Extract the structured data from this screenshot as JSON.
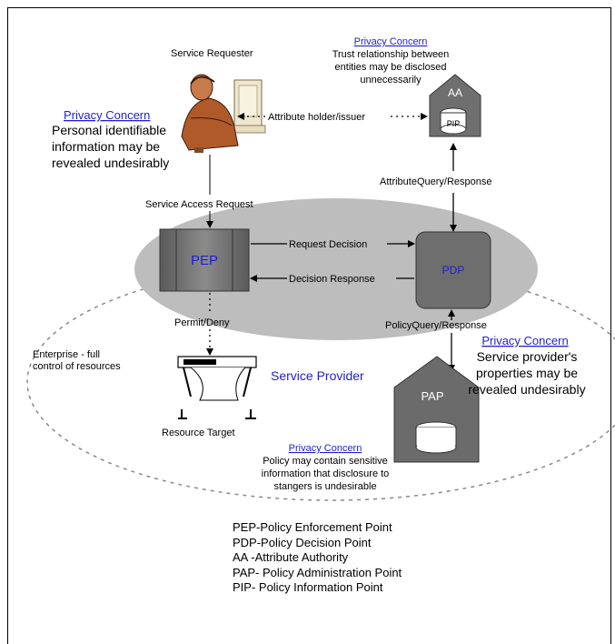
{
  "requester": {
    "label": "Service Requester",
    "privacy_title": "Privacy Concern",
    "privacy_lines": [
      "Personal identifiable",
      "information may be",
      "revealed undesirably"
    ]
  },
  "aa": {
    "label": "AA",
    "pip_label": "PIP",
    "privacy_title": "Privacy Concern",
    "privacy_lines": [
      "Trust relationship between",
      "entities may be disclosed",
      "unnecessarily"
    ]
  },
  "edges": {
    "attribute_holder": "Attribute holder/issuer",
    "attribute_query": "AttributeQuery/Response",
    "service_access": "Service Access Request",
    "request_decision": "Request Decision",
    "decision_response": "Decision Response",
    "permit_deny": "Permit/Deny",
    "policy_query": "PolicyQuery/Response"
  },
  "pep": {
    "label": "PEP"
  },
  "pdp": {
    "label": "PDP"
  },
  "pap": {
    "label": "PAP"
  },
  "provider": {
    "label": "Service Provider",
    "privacy_title": "Privacy Concern",
    "privacy_lines": [
      "Service provider's",
      "properties may be",
      "revealed undesirably"
    ]
  },
  "enterprise": {
    "lines": [
      "Enterprise - full",
      "control of resources"
    ]
  },
  "resource": {
    "label": "Resource Target"
  },
  "policy": {
    "privacy_title": "Privacy Concern",
    "privacy_lines": [
      "Policy may contain sensitive",
      "information that disclosure to",
      "stangers is undesirable"
    ]
  },
  "legend": [
    "PEP-Policy Enforcement Point",
    "PDP-Policy Decision Point",
    "AA -Attribute Authority",
    "PAP- Policy Administration Point",
    "PIP- Policy Information Point"
  ]
}
